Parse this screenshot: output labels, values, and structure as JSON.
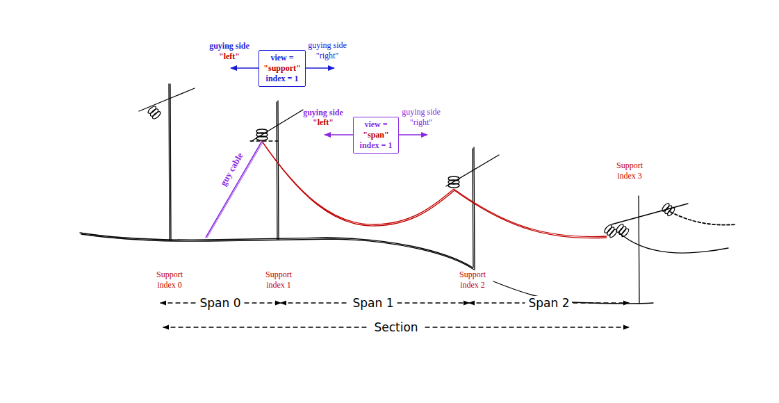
{
  "diagram": {
    "nodes": [
      {
        "text": [
          "view =",
          "\"support\"",
          "index = 1"
        ]
      },
      {
        "text": [
          "view =",
          "\"span\"",
          "index = 1"
        ]
      }
    ],
    "labels": [
      "guying side",
      "\"left\"",
      "guying side",
      "\"right\"",
      "guying side",
      "\"left\"",
      "guying side",
      "\"right\"",
      "guy cable",
      "Support index 0",
      "Support index 1",
      "Support index 2",
      "Support index 3",
      "Span 0",
      "Span 1",
      "Span 2",
      "Section"
    ]
  }
}
